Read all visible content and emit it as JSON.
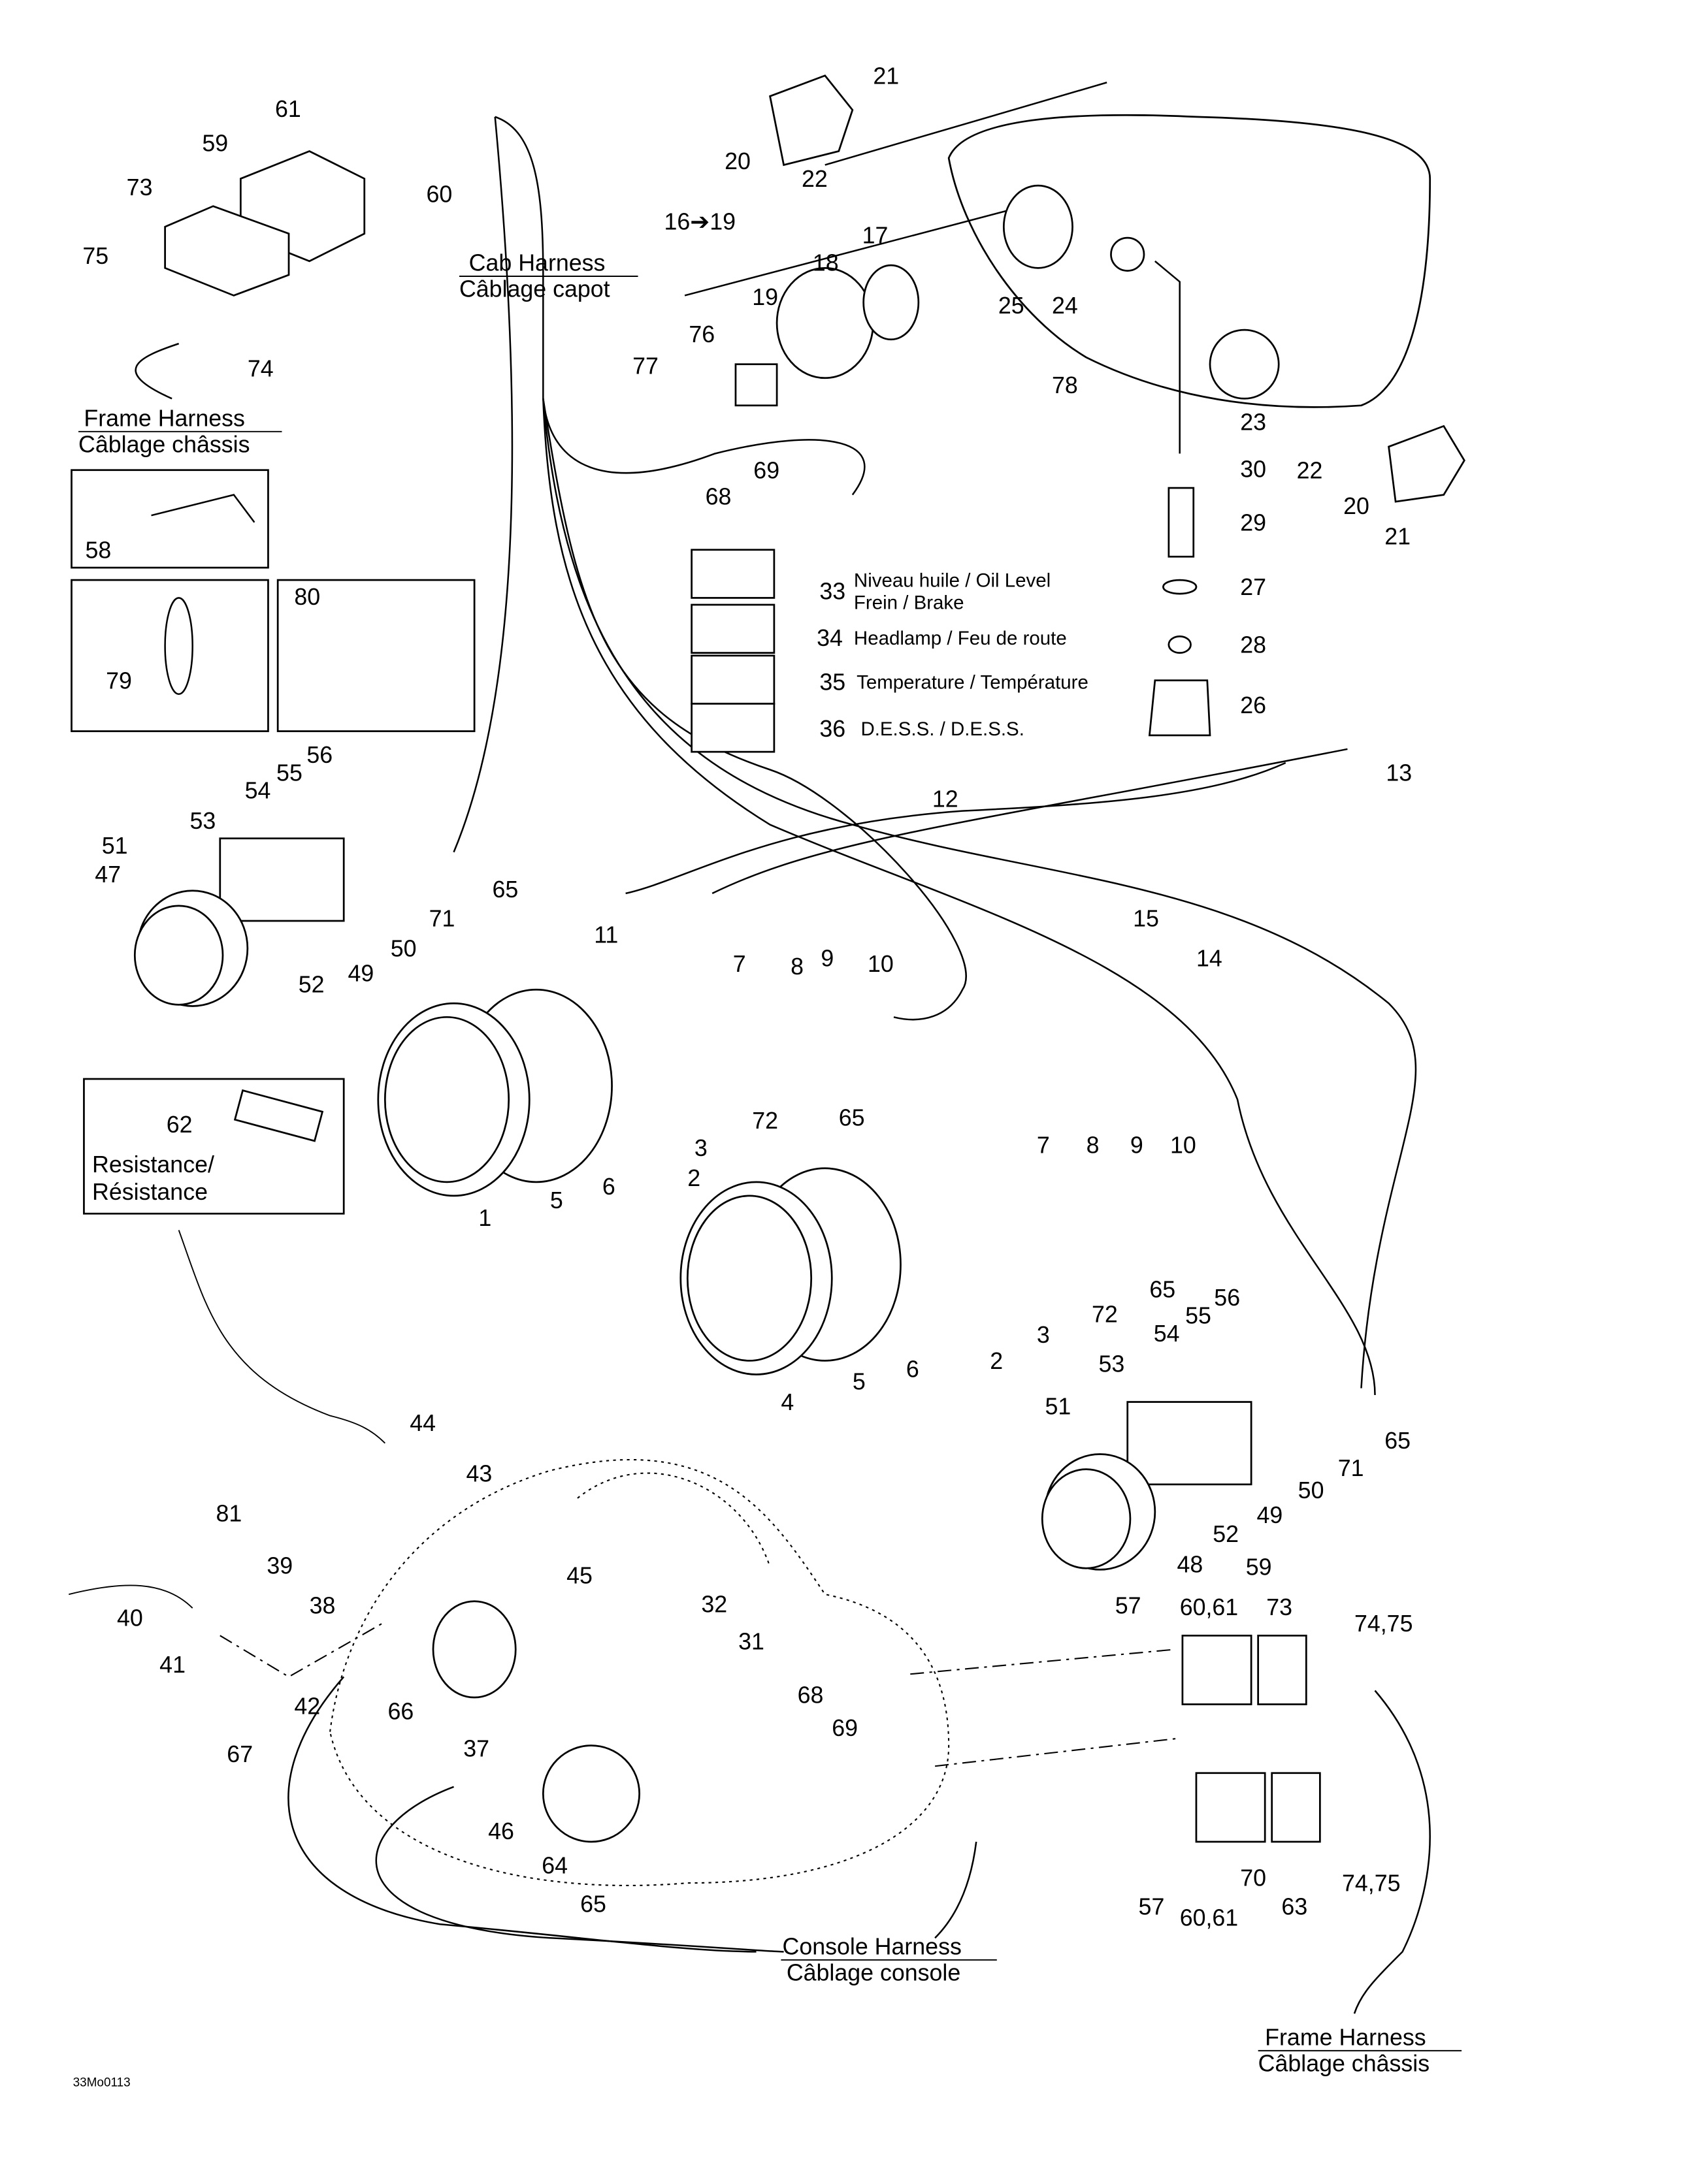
{
  "diagram": {
    "drawing_code": "33Mo0113",
    "harness_labels": {
      "cab_en": "Cab Harness",
      "cab_fr": "Câblage capot",
      "frame_top_en": "Frame Harness",
      "frame_top_fr": "Câblage châssis",
      "console_en": "Console Harness",
      "console_fr": "Câblage console",
      "frame_bottom_en": "Frame Harness",
      "frame_bottom_fr": "Câblage châssis"
    },
    "resistance_label_1": "Resistance/",
    "resistance_label_2": "Résistance",
    "indicator_labels": {
      "33_line1": "Niveau huile / Oil Level",
      "33_line2": "Frein / Brake",
      "34": "Headlamp / Feu de route",
      "35": "Temperature / Température",
      "36": "D.E.S.S. / D.E.S.S."
    },
    "callouts": [
      "61",
      "59",
      "60",
      "73",
      "75",
      "74",
      "58",
      "80",
      "79",
      "56",
      "55",
      "54",
      "53",
      "51",
      "47",
      "65",
      "71",
      "50",
      "52",
      "49",
      "21",
      "20",
      "22",
      "16➔19",
      "17",
      "18",
      "19",
      "25",
      "24",
      "76",
      "77",
      "78",
      "23",
      "30",
      "22",
      "29",
      "20",
      "21",
      "27",
      "28",
      "26",
      "68",
      "69",
      "33",
      "34",
      "35",
      "36",
      "13",
      "12",
      "15",
      "14",
      "11",
      "7",
      "8",
      "9",
      "10",
      "72",
      "65",
      "62",
      "3",
      "2",
      "6",
      "5",
      "1",
      "7",
      "8",
      "9",
      "10",
      "65",
      "72",
      "3",
      "2",
      "6",
      "5",
      "4",
      "56",
      "55",
      "54",
      "53",
      "51",
      "65",
      "71",
      "50",
      "49",
      "52",
      "48",
      "44",
      "43",
      "81",
      "39",
      "45",
      "38",
      "40",
      "32",
      "31",
      "41",
      "42",
      "66",
      "68",
      "69",
      "37",
      "67",
      "46",
      "64",
      "65",
      "57",
      "60,61",
      "59",
      "73",
      "74,75",
      "57",
      "60,61",
      "70",
      "63",
      "74,75"
    ]
  }
}
